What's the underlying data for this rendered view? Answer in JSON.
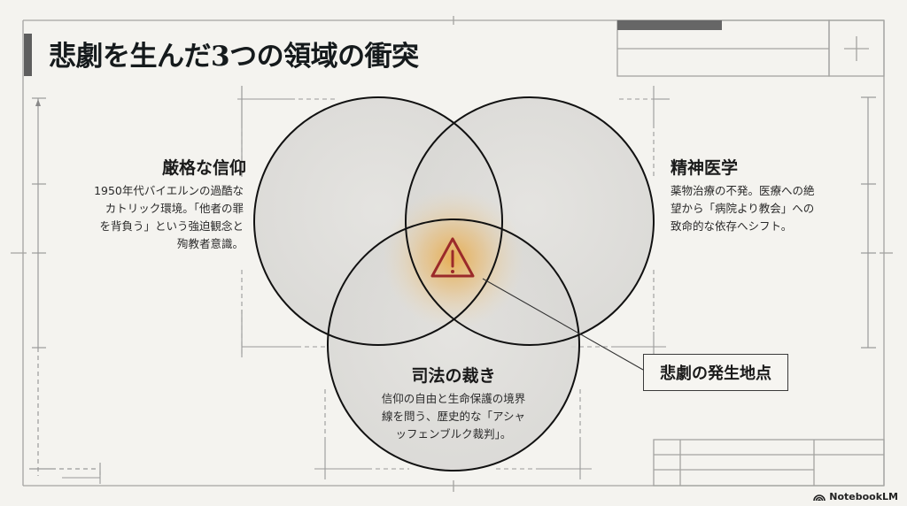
{
  "title": "悲劇を生んだ3つの領域の衝突",
  "domains": [
    {
      "id": "faith",
      "title": "厳格な信仰",
      "text": "1950年代バイエルンの過酷な\nカトリック環境。「他者の罪\nを背負う」という強迫観念と\n殉教者意識。"
    },
    {
      "id": "psychiatry",
      "title": "精神医学",
      "text": "薬物治療の不発。医療への絶\n望から「病院より教会」への\n致命的な依存へシフト。"
    },
    {
      "id": "justice",
      "title": "司法の裁き",
      "text": "信仰の自由と生命保護の境界\n線を問う、歴史的な「アシャ\nッフェンブルク裁判」。"
    }
  ],
  "center": {
    "icon": "warning-icon",
    "callout": "悲劇の発生地点"
  },
  "colors": {
    "background": "#f4f3ef",
    "circle_fill": "#dcdbd8",
    "circle_stroke": "#111111",
    "glow": "#e8a53a",
    "warning": "#9b2a2a",
    "grid_line": "#9a9a9a"
  },
  "brand": "NotebookLM"
}
